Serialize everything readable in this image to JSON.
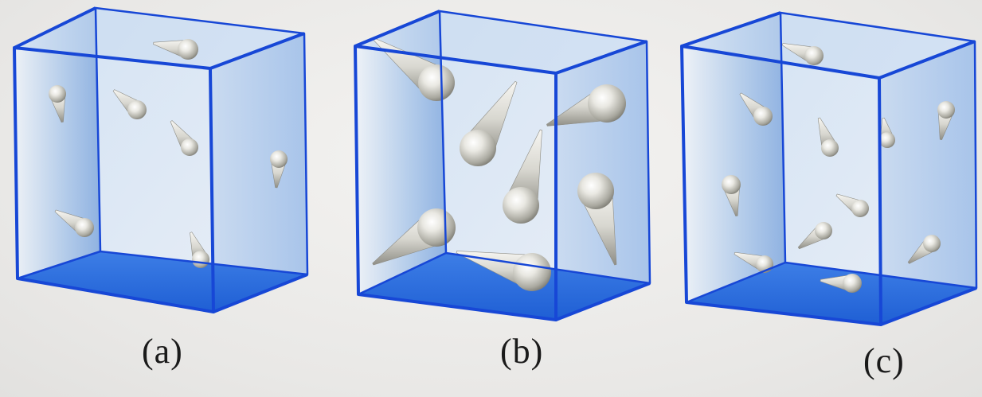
{
  "figure": {
    "panels": [
      {
        "label": "(a)",
        "particle_scale": "small"
      },
      {
        "label": "(b)",
        "particle_scale": "large"
      },
      {
        "label": "(c)",
        "particle_scale": "small"
      }
    ]
  },
  "colors": {
    "box_edge": "#1747d6",
    "box_floor": "#2f6fe0",
    "box_back_wall": "#bcd3ee",
    "box_side_wall": "#8fb4e6",
    "particle_light": "#f2f2ee",
    "particle_shadow": "#8a8a80",
    "label_text": "#1a1a1a"
  }
}
